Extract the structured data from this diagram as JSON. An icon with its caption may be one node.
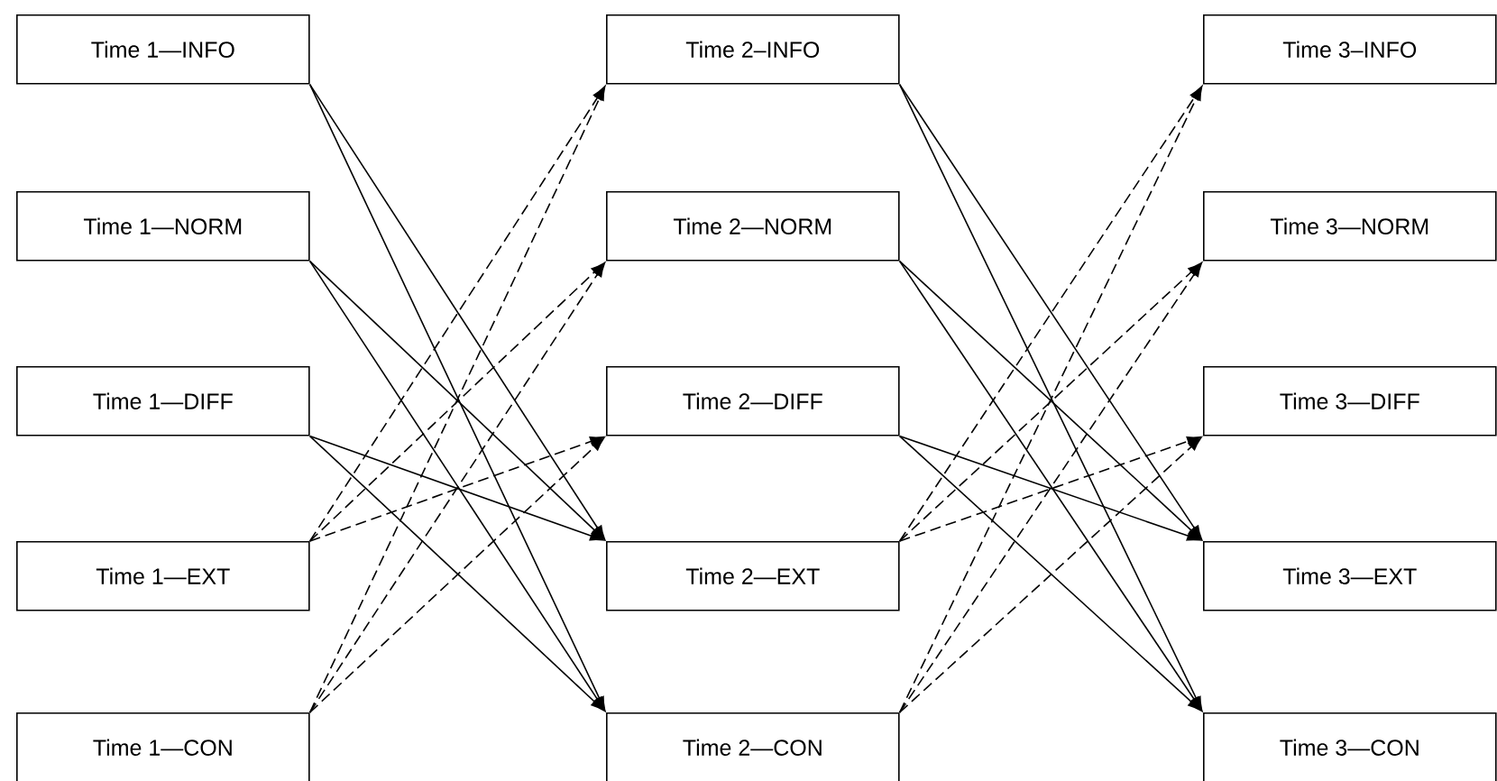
{
  "diagram": {
    "nodes": [
      {
        "text": [
          "Time 1—INFO"
        ]
      },
      {
        "text": [
          "Time 1—NORM"
        ]
      },
      {
        "text": [
          "Time 1—DIFF"
        ]
      },
      {
        "text": [
          "Time 1—EXT"
        ]
      },
      {
        "text": [
          "Time 1—CON"
        ]
      },
      {
        "text": [
          "Time 2–INFO"
        ]
      },
      {
        "text": [
          "Time 2—NORM"
        ]
      },
      {
        "text": [
          "Time 2—DIFF"
        ]
      },
      {
        "text": [
          "Time 2—EXT"
        ]
      },
      {
        "text": [
          "Time 2—CON"
        ]
      },
      {
        "text": [
          "Time 3–INFO"
        ]
      },
      {
        "text": [
          "Time 3—NORM"
        ]
      },
      {
        "text": [
          "Time 3—DIFF"
        ]
      },
      {
        "text": [
          "Time 3—EXT"
        ]
      },
      {
        "text": [
          "Time 3—CON"
        ]
      }
    ],
    "edges": [
      {
        "from": 0,
        "to": 8,
        "arrow": "to"
      },
      {
        "from": 0,
        "to": 9,
        "arrow": "to"
      },
      {
        "from": 1,
        "to": 8,
        "arrow": "to"
      },
      {
        "from": 1,
        "to": 9,
        "arrow": "to"
      },
      {
        "from": 2,
        "to": 8,
        "arrow": "to"
      },
      {
        "from": 2,
        "to": 9,
        "arrow": "to"
      },
      {
        "from": 3,
        "to": 5,
        "arrow": "to",
        "style": "dashed"
      },
      {
        "from": 3,
        "to": 6,
        "arrow": "to",
        "style": "dashed"
      },
      {
        "from": 3,
        "to": 7,
        "arrow": "to",
        "style": "dashed"
      },
      {
        "from": 4,
        "to": 5,
        "arrow": "to",
        "style": "dashed"
      },
      {
        "from": 4,
        "to": 6,
        "arrow": "to",
        "style": "dashed"
      },
      {
        "from": 4,
        "to": 7,
        "arrow": "to",
        "style": "dashed"
      },
      {
        "from": 5,
        "to": 13,
        "arrow": "to"
      },
      {
        "from": 5,
        "to": 14,
        "arrow": "to"
      },
      {
        "from": 6,
        "to": 13,
        "arrow": "to"
      },
      {
        "from": 6,
        "to": 14,
        "arrow": "to"
      },
      {
        "from": 7,
        "to": 13,
        "arrow": "to"
      },
      {
        "from": 7,
        "to": 14,
        "arrow": "to"
      },
      {
        "from": 8,
        "to": 10,
        "arrow": "to",
        "style": "dashed"
      },
      {
        "from": 8,
        "to": 11,
        "arrow": "to",
        "style": "dashed"
      },
      {
        "from": 8,
        "to": 12,
        "arrow": "to",
        "style": "dashed"
      },
      {
        "from": 9,
        "to": 10,
        "arrow": "to",
        "style": "dashed"
      },
      {
        "from": 9,
        "to": 11,
        "arrow": "to",
        "style": "dashed"
      },
      {
        "from": 9,
        "to": 12,
        "arrow": "to",
        "style": "dashed"
      }
    ]
  }
}
